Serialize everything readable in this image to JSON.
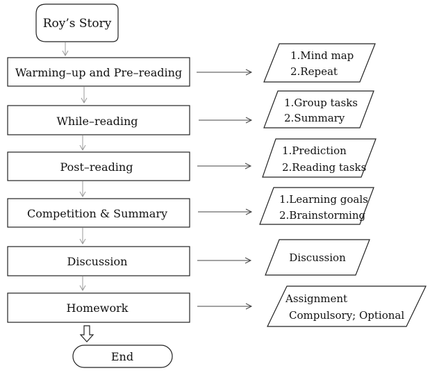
{
  "start": {
    "label": "Roy’s Story"
  },
  "steps": [
    {
      "label": "Warming–up and Pre–reading",
      "activities": [
        "1.Mind map",
        "2.Repeat"
      ]
    },
    {
      "label": "While–reading",
      "activities": [
        "1.Group tasks",
        "2.Summary"
      ]
    },
    {
      "label": "Post–reading",
      "activities": [
        "1.Prediction",
        "2.Reading tasks"
      ]
    },
    {
      "label": "Competition & Summary",
      "activities": [
        "1.Learning goals",
        "2.Brainstorming"
      ]
    },
    {
      "label": "Discussion",
      "activities": [
        "Discussion"
      ]
    },
    {
      "label": "Homework",
      "activities": [
        "Assignment",
        "Compulsory; Optional"
      ]
    }
  ],
  "end": {
    "label": "End"
  }
}
